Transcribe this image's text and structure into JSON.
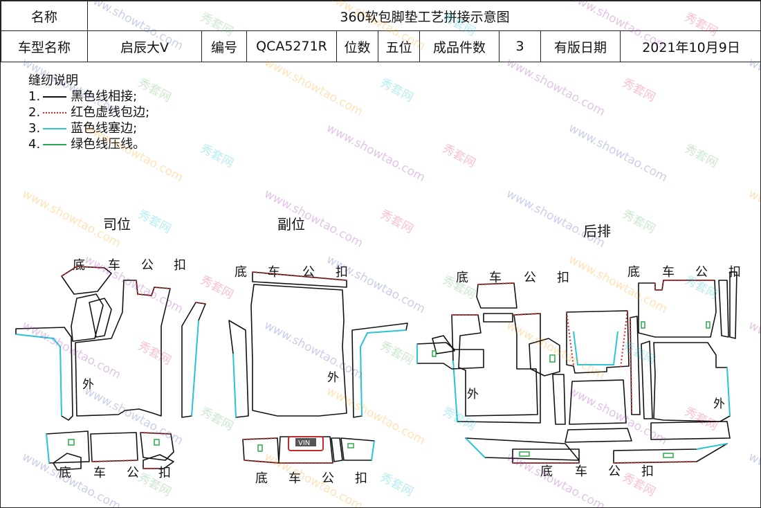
{
  "header": {
    "name_label": "名称",
    "title": "360软包脚垫工艺拼接示意图",
    "model_label": "车型名称",
    "model_value": "启辰大V",
    "code_label": "编号",
    "code_value": "QCA5271R",
    "seat_label": "位数",
    "seat_value": "五位",
    "pieces_label": "成品件数",
    "pieces_value": "3",
    "date_label": "有版日期",
    "date_value": "2021年10月9日"
  },
  "legend": {
    "title": "缝纫说明",
    "items": [
      {
        "num": "1.",
        "text": "黑色线相接;",
        "color": "#111111"
      },
      {
        "num": "2.",
        "text": "红色虚线包边;",
        "color": "#d32f2f"
      },
      {
        "num": "3.",
        "text": "蓝色线塞边;",
        "color": "#2cc6d6"
      },
      {
        "num": "4.",
        "text": "绿色线压线。",
        "color": "#2aa84a"
      }
    ]
  },
  "sections": {
    "driver": "司位",
    "passenger": "副位",
    "rear": "后排"
  },
  "labels": {
    "bottom_clip": [
      "底",
      "车",
      "公",
      "扣"
    ],
    "outer": "外",
    "vin": "VIN"
  },
  "watermark": {
    "brand": "秀套网",
    "url": "www.showtao.com"
  }
}
